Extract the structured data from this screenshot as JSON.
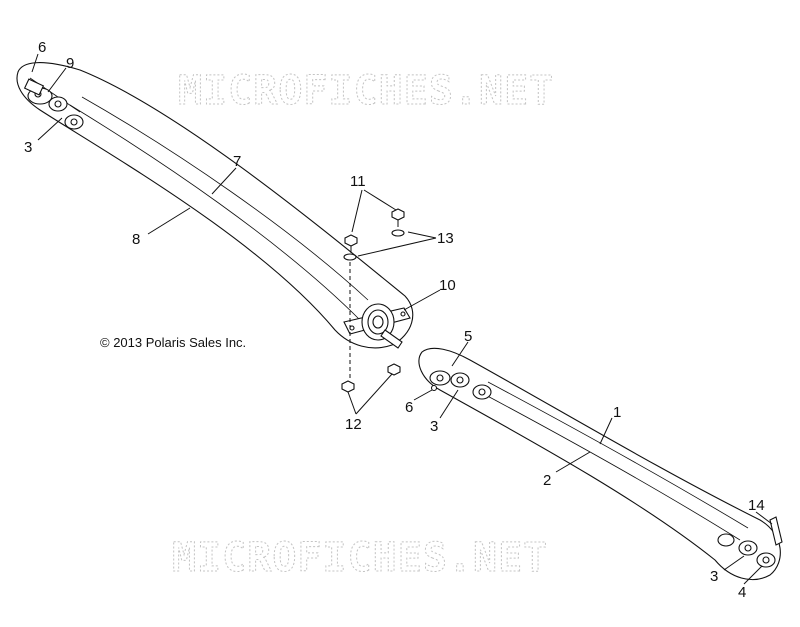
{
  "watermark": "MICROFICHES.NET",
  "copyright": "© 2013 Polaris Sales Inc.",
  "callouts": {
    "c1": "1",
    "c2": "2",
    "c3a": "3",
    "c3b": "3",
    "c3c": "3",
    "c4": "4",
    "c5": "5",
    "c6a": "6",
    "c6b": "6",
    "c7": "7",
    "c8": "8",
    "c9": "9",
    "c10": "10",
    "c11": "11",
    "c12": "12",
    "c13": "13",
    "c14": "14"
  }
}
